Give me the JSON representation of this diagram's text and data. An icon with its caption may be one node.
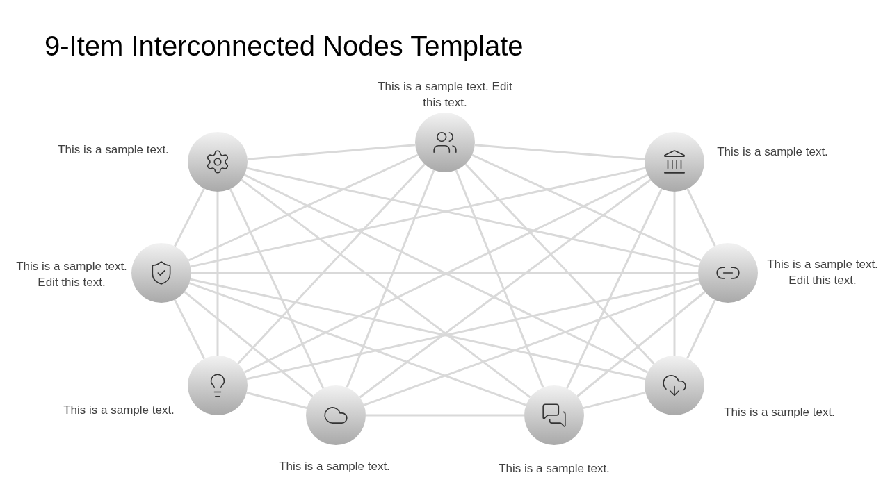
{
  "diagram": {
    "title": "9-Item Interconnected Nodes Template",
    "nodes": [
      {
        "text": [],
        "shape": "circle",
        "beside": [
          "This is a sample text. Edit this text."
        ]
      },
      {
        "text": [],
        "shape": "circle",
        "beside": [
          "This is a sample text."
        ]
      },
      {
        "text": [],
        "shape": "circle",
        "beside": [
          "This is a sample text."
        ]
      },
      {
        "text": [],
        "shape": "circle",
        "beside": [
          "This is a sample text. Edit this text."
        ]
      },
      {
        "text": [],
        "shape": "circle",
        "beside": [
          "This is a sample text. Edit this text."
        ]
      },
      {
        "text": [],
        "shape": "circle",
        "beside": [
          "This is a sample text."
        ]
      },
      {
        "text": [],
        "shape": "circle",
        "beside": [
          "This is a sample text."
        ]
      },
      {
        "text": [],
        "shape": "circle",
        "beside": [
          "This is a sample text."
        ]
      },
      {
        "text": [],
        "shape": "circle",
        "beside": [
          "This is a sample text."
        ]
      }
    ],
    "edges": [
      {
        "from": 0,
        "to": 1,
        "arrow": "none"
      },
      {
        "from": 0,
        "to": 2,
        "arrow": "none"
      },
      {
        "from": 0,
        "to": 3,
        "arrow": "none"
      },
      {
        "from": 0,
        "to": 4,
        "arrow": "none"
      },
      {
        "from": 0,
        "to": 5,
        "arrow": "none"
      },
      {
        "from": 0,
        "to": 6,
        "arrow": "none"
      },
      {
        "from": 0,
        "to": 7,
        "arrow": "none"
      },
      {
        "from": 0,
        "to": 8,
        "arrow": "none"
      },
      {
        "from": 1,
        "to": 3,
        "arrow": "none"
      },
      {
        "from": 1,
        "to": 4,
        "arrow": "none"
      },
      {
        "from": 1,
        "to": 5,
        "arrow": "none"
      },
      {
        "from": 1,
        "to": 6,
        "arrow": "none"
      },
      {
        "from": 1,
        "to": 7,
        "arrow": "none"
      },
      {
        "from": 1,
        "to": 8,
        "arrow": "none"
      },
      {
        "from": 2,
        "to": 3,
        "arrow": "none"
      },
      {
        "from": 2,
        "to": 4,
        "arrow": "none"
      },
      {
        "from": 2,
        "to": 5,
        "arrow": "none"
      },
      {
        "from": 2,
        "to": 6,
        "arrow": "none"
      },
      {
        "from": 2,
        "to": 7,
        "arrow": "none"
      },
      {
        "from": 2,
        "to": 8,
        "arrow": "none"
      },
      {
        "from": 3,
        "to": 4,
        "arrow": "none"
      },
      {
        "from": 3,
        "to": 5,
        "arrow": "none"
      },
      {
        "from": 3,
        "to": 6,
        "arrow": "none"
      },
      {
        "from": 3,
        "to": 7,
        "arrow": "none"
      },
      {
        "from": 3,
        "to": 8,
        "arrow": "none"
      },
      {
        "from": 4,
        "to": 5,
        "arrow": "none"
      },
      {
        "from": 4,
        "to": 6,
        "arrow": "none"
      },
      {
        "from": 4,
        "to": 7,
        "arrow": "none"
      },
      {
        "from": 4,
        "to": 8,
        "arrow": "none"
      },
      {
        "from": 5,
        "to": 7,
        "arrow": "none"
      },
      {
        "from": 7,
        "to": 8,
        "arrow": "none"
      },
      {
        "from": 8,
        "to": 6,
        "arrow": "none"
      }
    ]
  }
}
